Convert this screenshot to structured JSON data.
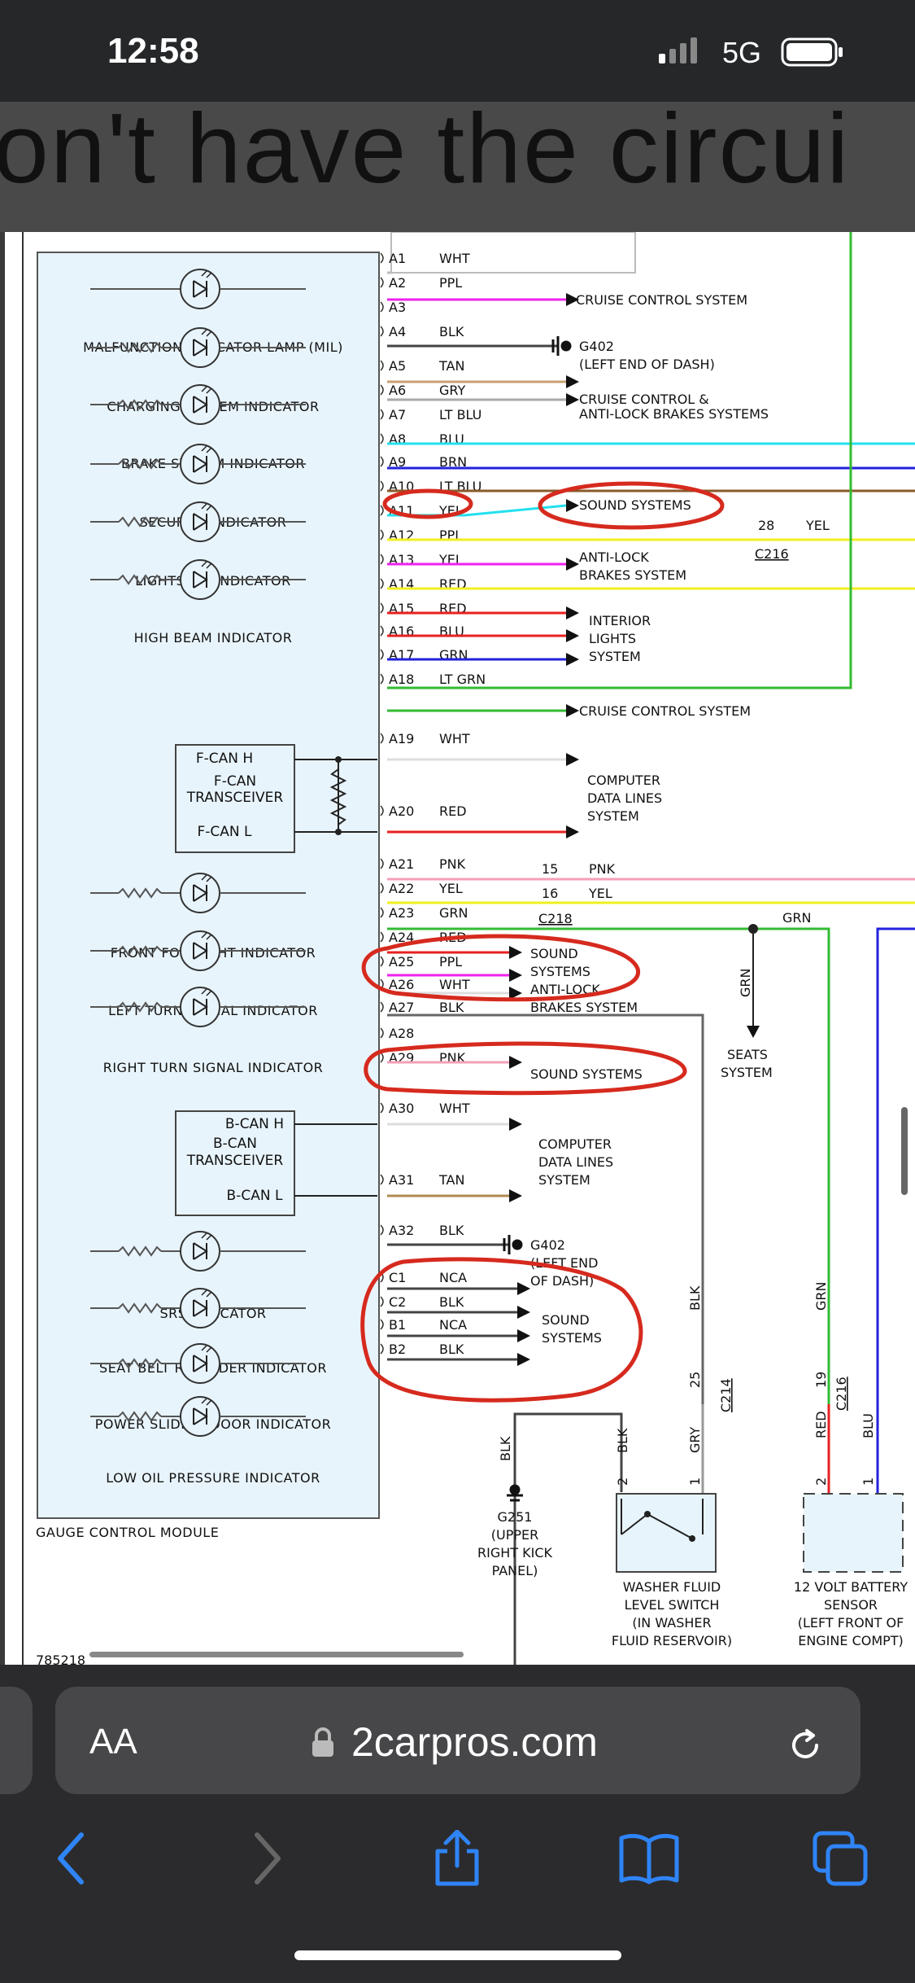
{
  "status": {
    "time": "12:58",
    "network": "5G"
  },
  "page": {
    "heading": "on't have the circui"
  },
  "diagram": {
    "module_label": "GAUGE CONTROL MODULE",
    "indicators": [
      "MALFUNCTION INDICATOR LAMP (MIL)",
      "CHARGING SYSTEM INDICATOR",
      "BRAKE SYSTEM INDICATOR",
      "SECURITY INDICATOR",
      "LIGHTS-ON INDICATOR",
      "HIGH BEAM INDICATOR",
      "FRONT FOG LIGHT INDICATOR",
      "LEFT TURN SIGNAL INDICATOR",
      "RIGHT TURN SIGNAL INDICATOR",
      "SRS INDICATOR",
      "SEAT BELT REMINDER INDICATOR",
      "POWER SLIDING DOOR INDICATOR",
      "LOW OIL PRESSURE INDICATOR"
    ],
    "fcan": {
      "high": "F-CAN H",
      "name1": "F-CAN",
      "name2": "TRANSCEIVER",
      "low": "F-CAN L"
    },
    "bcan": {
      "high": "B-CAN H",
      "name1": "B-CAN",
      "name2": "TRANSCEIVER",
      "low": "B-CAN L"
    },
    "pins": [
      {
        "pin": "A1",
        "color": "WHT"
      },
      {
        "pin": "A2",
        "color": "PPL"
      },
      {
        "pin": "A3",
        "color": ""
      },
      {
        "pin": "A4",
        "color": "BLK"
      },
      {
        "pin": "A5",
        "color": "TAN"
      },
      {
        "pin": "A6",
        "color": "GRY"
      },
      {
        "pin": "A7",
        "color": "LT BLU"
      },
      {
        "pin": "A8",
        "color": "BLU"
      },
      {
        "pin": "A9",
        "color": "BRN"
      },
      {
        "pin": "A10",
        "color": "LT BLU"
      },
      {
        "pin": "A11",
        "color": "YEL"
      },
      {
        "pin": "A12",
        "color": "PPL"
      },
      {
        "pin": "A13",
        "color": "YEL"
      },
      {
        "pin": "A14",
        "color": "RED"
      },
      {
        "pin": "A15",
        "color": "RED"
      },
      {
        "pin": "A16",
        "color": "BLU"
      },
      {
        "pin": "A17",
        "color": "GRN"
      },
      {
        "pin": "A18",
        "color": "LT GRN"
      },
      {
        "pin": "A19",
        "color": "WHT"
      },
      {
        "pin": "A20",
        "color": "RED"
      },
      {
        "pin": "A21",
        "color": "PNK"
      },
      {
        "pin": "A22",
        "color": "YEL"
      },
      {
        "pin": "A23",
        "color": "GRN"
      },
      {
        "pin": "A24",
        "color": "RED"
      },
      {
        "pin": "A25",
        "color": "PPL"
      },
      {
        "pin": "A26",
        "color": "WHT"
      },
      {
        "pin": "A27",
        "color": "BLK"
      },
      {
        "pin": "A28",
        "color": ""
      },
      {
        "pin": "A29",
        "color": "PNK"
      },
      {
        "pin": "A30",
        "color": "WHT"
      },
      {
        "pin": "A31",
        "color": "TAN"
      },
      {
        "pin": "A32",
        "color": "BLK"
      },
      {
        "pin": "C1",
        "color": "NCA"
      },
      {
        "pin": "C2",
        "color": "BLK"
      },
      {
        "pin": "B1",
        "color": "NCA"
      },
      {
        "pin": "B2",
        "color": "BLK"
      }
    ],
    "destinations": {
      "cruise1": "CRUISE CONTROL SYSTEM",
      "g402": "G402",
      "g402_loc": "(LEFT END OF DASH)",
      "cruise_abs1": "CRUISE CONTROL &",
      "cruise_abs2": "ANTI-LOCK BRAKES SYSTEMS",
      "sound1": "SOUND SYSTEMS",
      "c216_pin": "28",
      "c216_color": "YEL",
      "c216": "C216",
      "abs1": "ANTI-LOCK",
      "abs2": "BRAKES SYSTEM",
      "interior1": "INTERIOR",
      "interior2": "LIGHTS",
      "interior3": "SYSTEM",
      "cruise2": "CRUISE CONTROL SYSTEM",
      "cdl1": "COMPUTER",
      "cdl2": "DATA LINES",
      "cdl3": "SYSTEM",
      "c218_p1": "15",
      "c218_c1": "PNK",
      "c218_p2": "16",
      "c218_c2": "YEL",
      "c218": "C218",
      "grn": "GRN",
      "sound2a": "SOUND",
      "sound2b": "SYSTEMS",
      "abs3": "ANTI-LOCK",
      "abs4": "BRAKES SYSTEM",
      "seats1": "SEATS",
      "seats2": "SYSTEM",
      "sound3": "SOUND SYSTEMS",
      "cdl4": "COMPUTER",
      "cdl5": "DATA LINES",
      "cdl6": "SYSTEM",
      "g402b": "G402",
      "g402b_l1": "(LEFT END",
      "g402b_l2": "OF DASH)",
      "sound4a": "SOUND",
      "sound4b": "SYSTEMS",
      "v_blk": "BLK",
      "v_grn_seats": "GRN",
      "v_grn2": "GRN",
      "c214_pin": "25",
      "c214": "C214",
      "c216b_pin": "19",
      "c216b": "C216",
      "v_red": "RED",
      "v_blu": "BLU",
      "v_blk2": "BLK",
      "v_blk3": "BLK",
      "v_gry": "GRY",
      "sw_pin2": "2",
      "sw_pin1": "1",
      "bs_pin2": "2",
      "bs_pin1": "1",
      "g251": "G251",
      "g251_1": "(UPPER",
      "g251_2": "RIGHT KICK",
      "g251_3": "PANEL)",
      "washer1": "WASHER FLUID",
      "washer2": "LEVEL SWITCH",
      "washer3": "(IN WASHER",
      "washer4": "FLUID RESERVOIR)",
      "batt1": "12 VOLT BATTERY",
      "batt2": "SENSOR",
      "batt3": "(LEFT FRONT OF",
      "batt4": "ENGINE COMPT)",
      "figure_code": "785218"
    }
  },
  "browser": {
    "aa_label": "AA",
    "url": "2carpros.com"
  },
  "colors": {
    "annotation": "#d62a1e",
    "wire_ppl": "#ee22ee",
    "wire_ltblu": "#22e0ee",
    "wire_blu": "#2222dd",
    "wire_brn": "#8a5a2a",
    "wire_yel": "#f0f020",
    "wire_red": "#e82020",
    "wire_grn": "#33bb33",
    "wire_pnk": "#f4a0b8",
    "ios_blue": "#2f84f7"
  }
}
